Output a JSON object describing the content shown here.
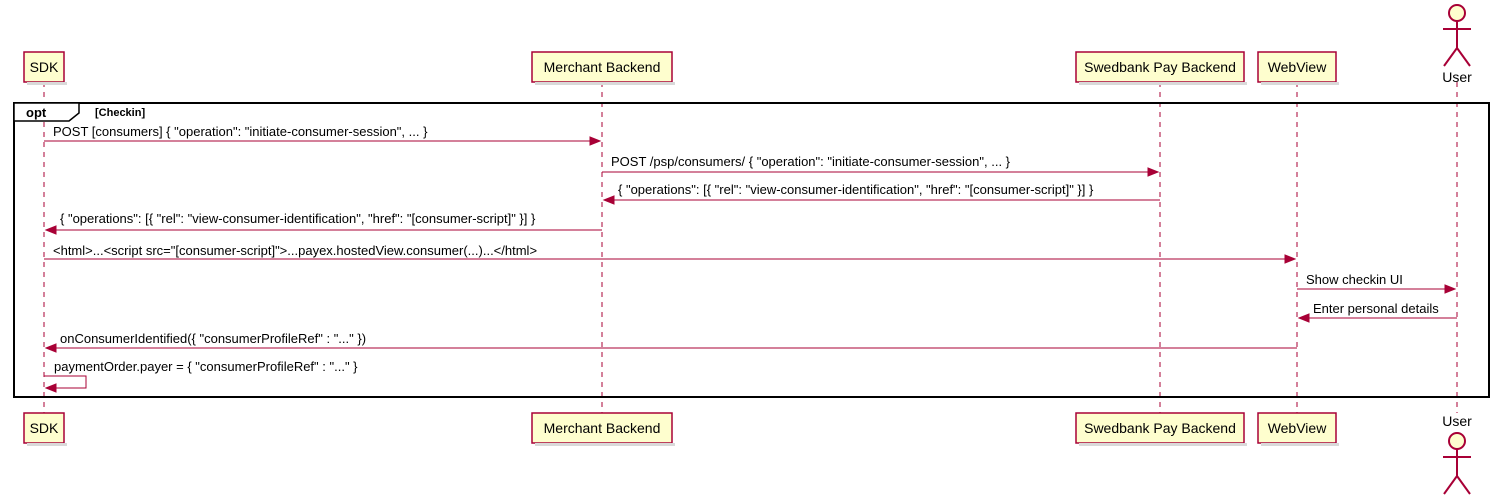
{
  "diagram": {
    "type": "sequence",
    "participants": [
      {
        "id": "sdk",
        "label": "SDK",
        "kind": "participant"
      },
      {
        "id": "merchant",
        "label": "Merchant Backend",
        "kind": "participant"
      },
      {
        "id": "swedbank",
        "label": "Swedbank Pay Backend",
        "kind": "participant"
      },
      {
        "id": "webview",
        "label": "WebView",
        "kind": "participant"
      },
      {
        "id": "user",
        "label": "User",
        "kind": "actor"
      }
    ],
    "fragment": {
      "type": "opt",
      "guard": "[Checkin]"
    },
    "messages": [
      {
        "from": "sdk",
        "to": "merchant",
        "label": "POST [consumers] { \"operation\": \"initiate-consumer-session\", ... }"
      },
      {
        "from": "merchant",
        "to": "swedbank",
        "label": "POST /psp/consumers/ { \"operation\": \"initiate-consumer-session\", ... }"
      },
      {
        "from": "swedbank",
        "to": "merchant",
        "label": "{ \"operations\": [{ \"rel\": \"view-consumer-identification\", \"href\": \"[consumer-script]\" }] }"
      },
      {
        "from": "merchant",
        "to": "sdk",
        "label": "{ \"operations\": [{ \"rel\": \"view-consumer-identification\", \"href\": \"[consumer-script]\" }] }"
      },
      {
        "from": "sdk",
        "to": "webview",
        "label": "<html>...<script src=\"[consumer-script]\">...payex.hostedView.consumer(...)...</html>"
      },
      {
        "from": "webview",
        "to": "user",
        "label": "Show checkin UI"
      },
      {
        "from": "user",
        "to": "webview",
        "label": "Enter personal details"
      },
      {
        "from": "webview",
        "to": "sdk",
        "label": "onConsumerIdentified({ \"consumerProfileRef\" : \"...\" })"
      },
      {
        "from": "sdk",
        "to": "sdk",
        "label": "paymentOrder.payer = { \"consumerProfileRef\" : \"...\" }"
      }
    ],
    "colors": {
      "participant_fill": "#FEFECE",
      "line": "#A80036",
      "frame": "#000000"
    }
  }
}
